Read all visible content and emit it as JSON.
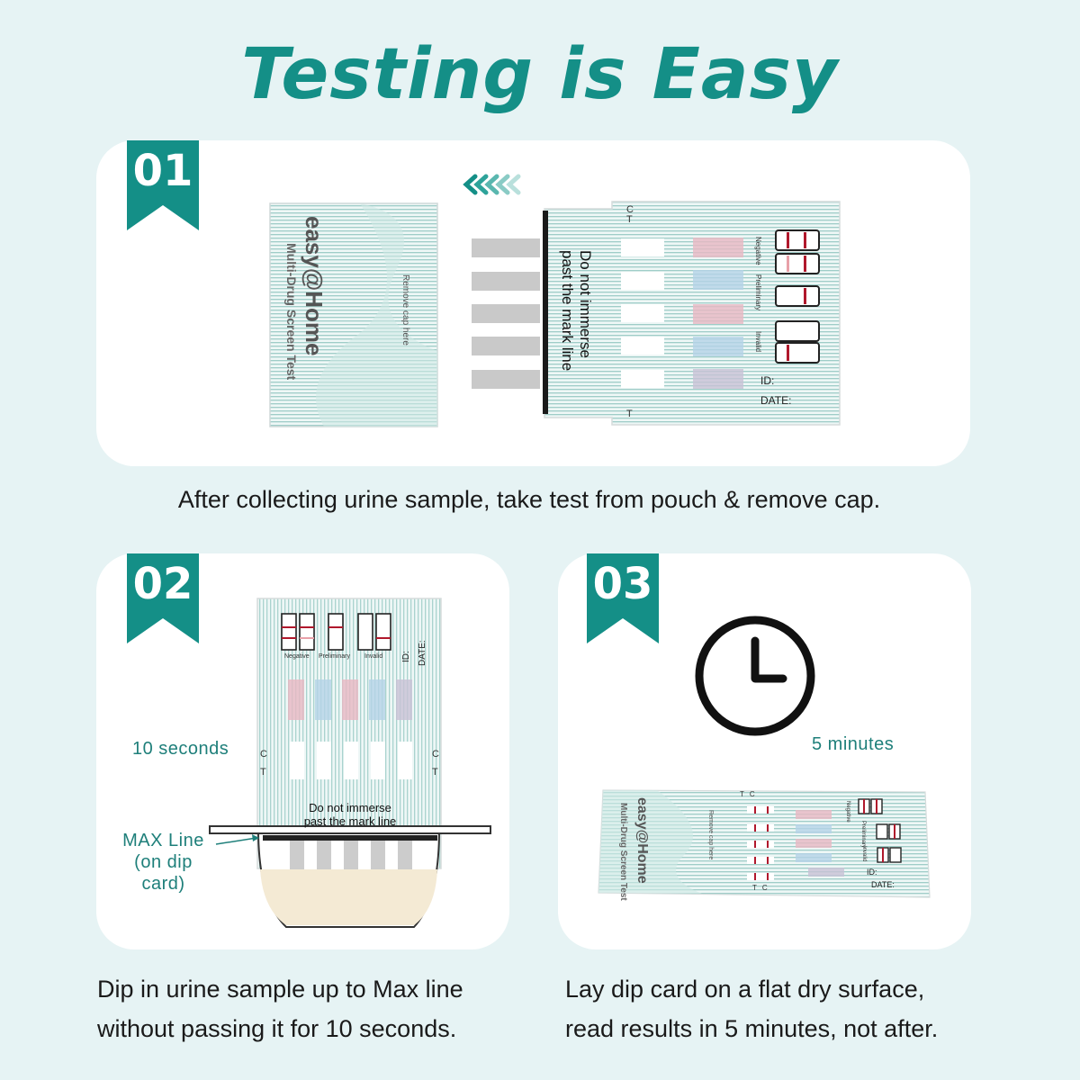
{
  "title": "Testing is Easy",
  "colors": {
    "accent": "#148f87",
    "background": "#e6f3f4",
    "panel": "#ffffff",
    "result_line": "#b0182c",
    "urine": "#f4ead4"
  },
  "steps": [
    {
      "number": "01",
      "caption": "After collecting urine sample, take test from pouch & remove cap.",
      "cap_label": "Remove cap here",
      "brand": "easy@Home",
      "product": "Multi-Drug Screen Test",
      "card_text": "Do not immerse past the mark line",
      "result_legend": [
        "Negative",
        "Preliminary",
        "Invalid"
      ],
      "id_label": "ID:",
      "date_label": "DATE:",
      "ct_labels": [
        "C",
        "T"
      ],
      "arrow_icon": "chevrons-left-icon"
    },
    {
      "number": "02",
      "caption_lines": [
        "Dip in urine sample up to Max line",
        "without passing it for 10 seconds."
      ],
      "time_label": "10 seconds",
      "max_label": "MAX Line",
      "max_sub": "(on dip card)",
      "card_text_lines": [
        "Do not immerse",
        "past the mark line"
      ],
      "result_legend": [
        "Negative",
        "Preliminary",
        "Invalid"
      ],
      "id_label": "ID:",
      "date_label": "DATE:",
      "ct_labels": [
        "C",
        "T"
      ]
    },
    {
      "number": "03",
      "caption_lines": [
        "Lay dip card on a flat dry surface,",
        "read results in 5 minutes, not after."
      ],
      "time_label": "5 minutes",
      "clock_icon": "clock-icon",
      "brand": "easy@Home",
      "product": "Multi-Drug Screen Test",
      "cap_label": "Remove cap here",
      "id_label": "ID:",
      "date_label": "DATE:",
      "ct_labels": [
        "C",
        "T"
      ],
      "result_legend": [
        "Negative",
        "Preliminary",
        "Invalid"
      ]
    }
  ]
}
